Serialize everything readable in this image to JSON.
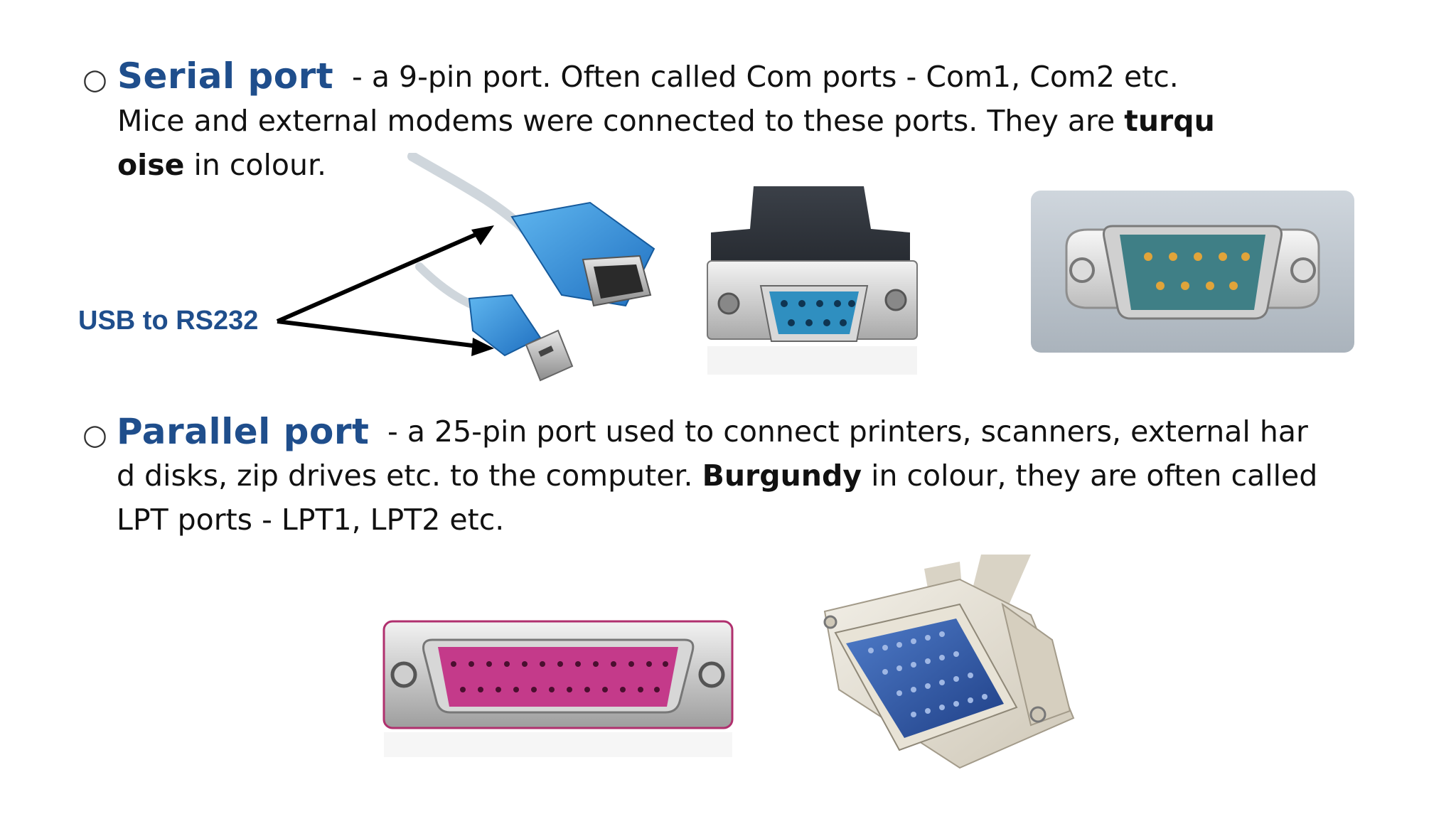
{
  "serial": {
    "heading": "Serial port",
    "line1": "-  a 9-pin port. Often called Com ports  -  Com1, Com2 etc.",
    "line2_a": "Mice and external modems were connected to these ports. They are ",
    "line2_b": "turqu",
    "line3_a": "oise",
    "line3_b": " in colour.",
    "usb_label": "USB to RS232"
  },
  "parallel": {
    "heading": "Parallel port",
    "line1": "-  a 25-pin port used to connect printers, scanners, external har",
    "line2_a": "d disks, zip drives etc. to the computer.  ",
    "line2_b": "Burgundy",
    "line2_c": " in colour, they are often called",
    "line3": "LPT ports  -  LPT1, LPT2 etc."
  },
  "colors": {
    "heading": "#1f4e8c",
    "turquoise": "#2f8fc0",
    "burgundy": "#c43a8a",
    "connector_blue": "#2f56a8",
    "cream": "#e4ded0"
  },
  "icons": {
    "bullet": "hollow-circle-icon",
    "arrow": "arrow-icon"
  }
}
